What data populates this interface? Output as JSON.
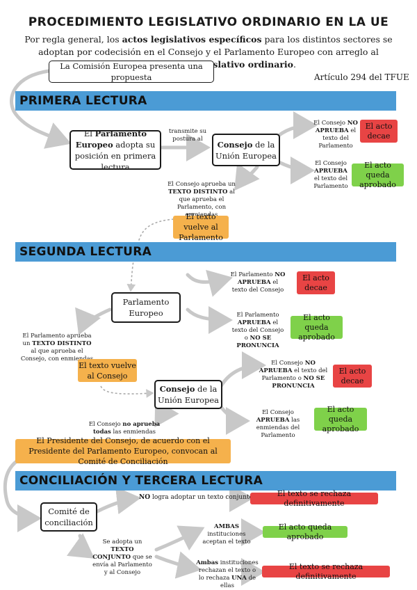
{
  "title": "PROCEDIMIENTO LEGISLATIVO ORDINARIO EN LA UE",
  "intro": {
    "p1": "Por regla general, los ",
    "b1": "actos legislativos específicos",
    "p2": " para los distintos sectores se adoptan por codecisión en el Consejo y el Parlamento Europeo con arreglo al ",
    "b2": "procedimiento legislativo ordinario",
    "p3": "."
  },
  "proposal": "La Comisión Europea presenta una propuesta",
  "article": "Artículo 294 del TFUE",
  "sections": {
    "first": "PRIMERA LECTURA",
    "second": "SEGUNDA LECTURA",
    "third": "CONCILIACIÓN Y TERCERA LECTURA"
  },
  "first_reading": {
    "parliament_a": "El ",
    "parliament_b": "Parlamento Europeo",
    "parliament_c": " adopta su posición en primera lectura",
    "transmits": "transmite su postura al",
    "council_a": "Consejo",
    "council_b": " de la Unión Europea",
    "not_approve_1": "El Consejo ",
    "not_approve_2": "NO APRUEBA",
    "not_approve_3": " el texto del Parlamento",
    "decays": "El acto decae",
    "approve_1": "El Consejo ",
    "approve_2": "APRUEBA",
    "approve_3": " el texto del Parlamento",
    "approved": "El acto queda aprobado",
    "different_1": "El Consejo aprueba un ",
    "different_2": "TEXTO DISTINTO",
    "different_3": " al que aprueba el Parlamento, con enmiendas",
    "returns": "El texto vuelve al Parlamento"
  },
  "second_reading": {
    "parliament": "Parlamento Europeo",
    "not_approve_1": "El Parlamento ",
    "not_approve_2": "NO APRUEBA",
    "not_approve_3": " el texto del Consejo",
    "decays": "El acto decae",
    "approve_1": "El Parlamento ",
    "approve_2": "APRUEBA",
    "approve_3": " el texto del Consejo o ",
    "approve_4": "NO SE PRONUNCIA",
    "approved": "El acto queda aprobado",
    "different_1": "El Parlamento aprueba un ",
    "different_2": "TEXTO DISTINTO",
    "different_3": " al que aprueba el Consejo, con enmiendas",
    "returns": "El texto vuelve al Consejo",
    "council_a": "Consejo",
    "council_b": " de la Unión Europea",
    "c_not_approve_1": "El Consejo ",
    "c_not_approve_2": "NO APRUEBA",
    "c_not_approve_3": " el texto del Parlamento o ",
    "c_not_approve_4": "NO SE PRONUNCIA",
    "c_decays": "El acto decae",
    "c_approve_1": "El Consejo ",
    "c_approve_2": "APRUEBA",
    "c_approve_3": " las enmiendas del Parlamento",
    "c_approved": "El acto queda aprobado",
    "c_reject_1": "El Consejo ",
    "c_reject_2": "no aprueba todas",
    "c_reject_3": " las enmiendas",
    "convene": "El Presidente del Consejo, de acuerdo con el Presidente del Parlamento Europeo, convocan al Comité de Conciliación"
  },
  "third_reading": {
    "committee": "Comité de conciliación",
    "no_joint_1": "NO",
    "no_joint_2": " logra adoptar un texto conjunto",
    "rejected_1": "El texto se rechaza definitivamente",
    "joint_1": "Se adopta un ",
    "joint_2": "TEXTO CONJUNTO",
    "joint_3": " que se envía al Parlamento y al Consejo",
    "both_1": "AMBAS",
    "both_2": " instituciones aceptan el texto",
    "approved": "El acto queda aprobado",
    "reject_1": "Ambas",
    "reject_2": " instituciones rechazan el texto o lo rechaza ",
    "reject_3": "UNA",
    "reject_4": " de ellas",
    "rejected_2": "El texto se rechaza definitivamente"
  },
  "colors": {
    "band": "#4b9bd5",
    "red": "#e84444",
    "green": "#7fd14a",
    "orange": "#f5b14c",
    "arrow": "#c8c8c8"
  }
}
